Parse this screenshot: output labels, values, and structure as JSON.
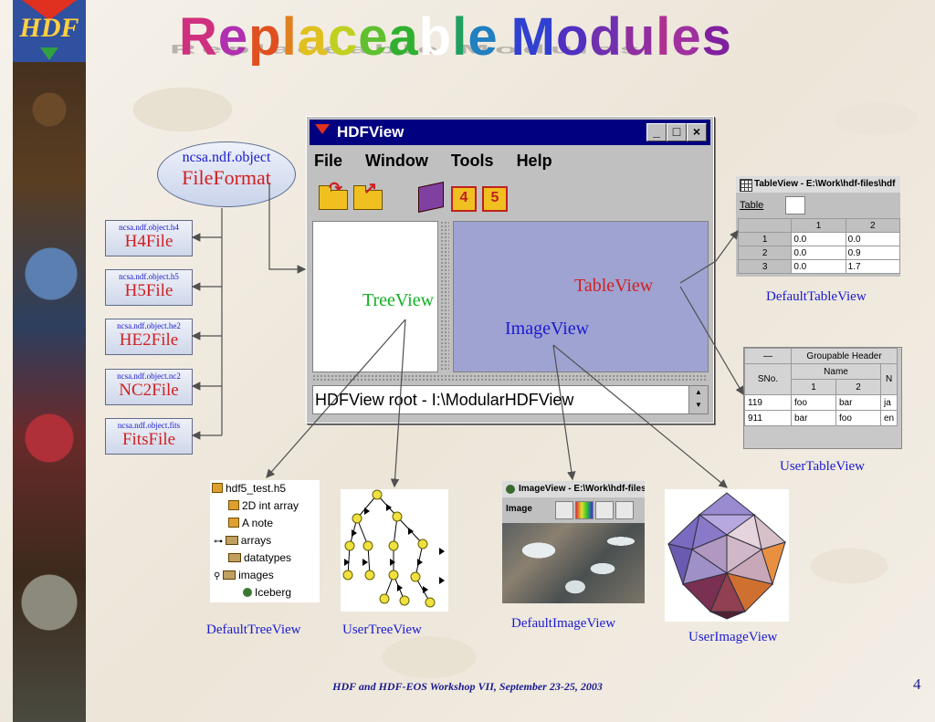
{
  "slide": {
    "title": "Replaceable Modules",
    "logo_text": "HDF",
    "footer": "HDF and HDF-EOS Workshop VII, September 23-25, 2003",
    "page_number": "4"
  },
  "fileformat": {
    "package": "ncsa.ndf.object",
    "class": "FileFormat"
  },
  "modules": [
    {
      "package": "ncsa.ndf.object.h4",
      "class": "H4File"
    },
    {
      "package": "ncsa.ndf.object.h5",
      "class": "H5File"
    },
    {
      "package": "ncsa.ndf.object.he2",
      "class": "HE2File"
    },
    {
      "package": "ncsa.ndf.object.nc2",
      "class": "NC2File"
    },
    {
      "package": "ncsa.ndf.object.fits",
      "class": "FitsFile"
    }
  ],
  "hdfview": {
    "title": "HDFView",
    "menu": [
      "File",
      "Window",
      "Tools",
      "Help"
    ],
    "toolbar_numbers": [
      "4",
      "5"
    ],
    "status": "HDFView root - I:\\ModularHDFView",
    "tree_label": "TreeView",
    "table_label": "TableView",
    "image_label": "ImageView"
  },
  "default_table_view": {
    "window_title": "TableView - E:\\Work\\hdf-files\\hdf",
    "menu": "Table",
    "columns": [
      "",
      "1",
      "2"
    ],
    "rows": [
      [
        "1",
        "0.0",
        "0.0"
      ],
      [
        "2",
        "0.0",
        "0.9"
      ],
      [
        "3",
        "0.0",
        "1.7"
      ]
    ],
    "caption": "DefaultTableView"
  },
  "user_table_view": {
    "header": "Groupable Header",
    "col_sno": "SNo.",
    "col_group": "Name",
    "cols": [
      "1",
      "2",
      "N"
    ],
    "rows": [
      [
        "119",
        "foo",
        "bar",
        "ja"
      ],
      [
        "911",
        "bar",
        "foo",
        "en"
      ]
    ],
    "caption": "UserTableView"
  },
  "default_tree_view": {
    "items": [
      "hdf5_test.h5",
      "2D int array",
      "A note",
      "arrays",
      "datatypes",
      "images",
      "Iceberg"
    ],
    "caption": "DefaultTreeView"
  },
  "user_tree_view": {
    "caption": "UserTreeView"
  },
  "default_image_view": {
    "window_title": "ImageView - E:\\Work\\hdf-files",
    "menu": "Image",
    "caption": "DefaultImageView"
  },
  "user_image_view": {
    "caption": "UserImageView"
  },
  "colors": {
    "title_letters": [
      "#d03080",
      "#b030b0",
      "#e05020",
      "#e08020",
      "#e0c020",
      "#c0d020",
      "#60c030",
      "#30b030",
      "#ffffff",
      "#20a060",
      "#2080c0",
      "#2060d0",
      "#3040d0",
      "#5030c0",
      "#7030b0",
      "#9030a0",
      "#b03090",
      "#a030a0",
      "#8020a0"
    ],
    "label_blue": "#1a1ad0",
    "label_red": "#d02020",
    "label_green": "#10b020"
  }
}
